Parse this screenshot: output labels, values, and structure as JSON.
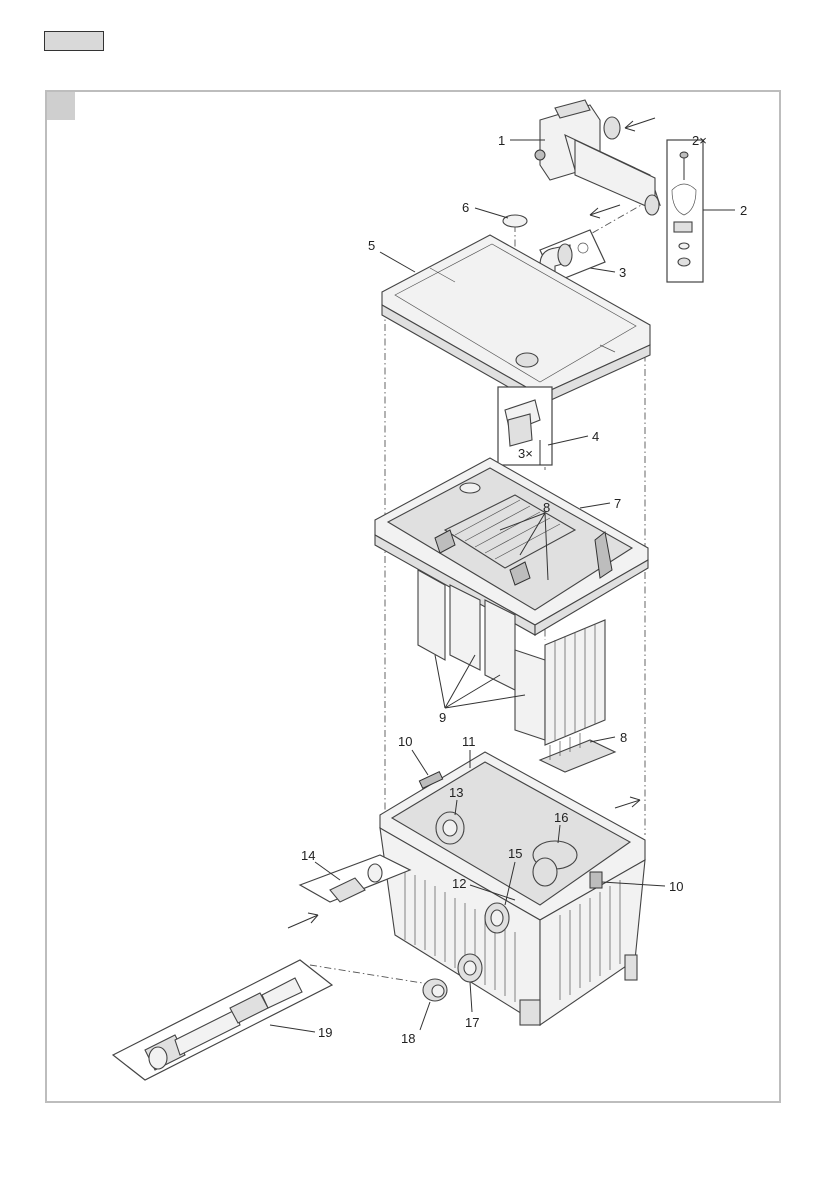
{
  "labels": {
    "l1": "1",
    "l2": "2",
    "l2x": "2×",
    "l3": "3",
    "l4": "4",
    "l3x": "3×",
    "l5": "5",
    "l6": "6",
    "l7": "7",
    "l8a": "8",
    "l8b": "8",
    "l9": "9",
    "l10a": "10",
    "l10b": "10",
    "l11": "11",
    "l12": "12",
    "l13": "13",
    "l14": "14",
    "l15": "15",
    "l16": "16",
    "l17": "17",
    "l18": "18",
    "l19": "19"
  }
}
